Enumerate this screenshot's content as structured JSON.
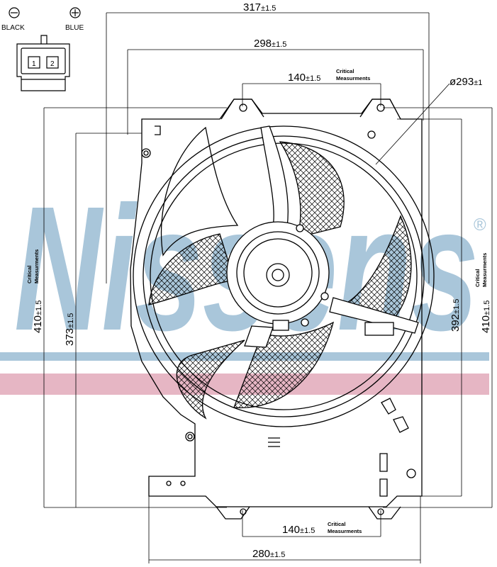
{
  "connector": {
    "terminal_minus_symbol": "⊖",
    "terminal_plus_symbol": "⊕",
    "black_label": "BLACK",
    "blue_label": "BLUE",
    "pin1_label": "1",
    "pin2_label": "2"
  },
  "watermark": {
    "text": "Nissens",
    "registered_mark": "®",
    "blue_color": "#a9c6da",
    "red_color": "#e6b6c4"
  },
  "dimensions": {
    "top_overall": "317",
    "top_overall_tol": "±1.5",
    "top_inner": "298",
    "top_inner_tol": "±1.5",
    "top_holes": "140",
    "top_holes_tol": "±1.5",
    "diameter": "ø293",
    "diameter_tol": "±1",
    "left_outer": "410",
    "left_outer_tol": "±1.5",
    "left_inner": "373",
    "left_inner_tol": "±1.5",
    "right_inner": "392",
    "right_inner_tol": "±1.5",
    "right_outer": "410",
    "right_outer_tol": "±1.5",
    "bottom_holes": "140",
    "bottom_holes_tol": "±1.5",
    "bottom_overall": "280",
    "bottom_overall_tol": "±1.5"
  },
  "notes": {
    "critical_line1": "Critical",
    "critical_line2": "Measurments"
  }
}
